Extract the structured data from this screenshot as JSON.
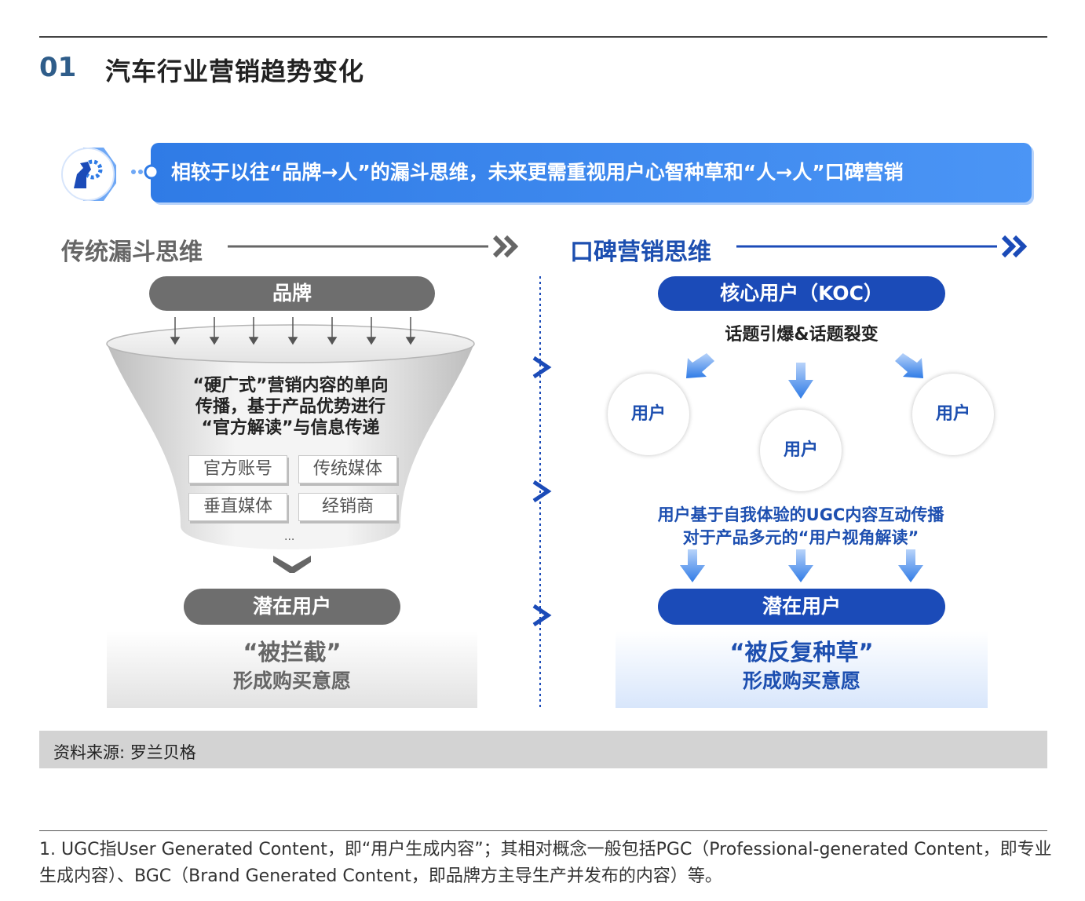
{
  "section": {
    "number": "01",
    "title": "汽车行业营销趋势变化"
  },
  "banner": {
    "text": "相较于以往“品牌→人”的漏斗思维，未来更需重视用户心智种草和“人→人”口碑营销",
    "icon": "horse-gear-icon",
    "color": "#2f7be6"
  },
  "left": {
    "heading": "传统漏斗思维",
    "top_pill": "品牌",
    "funnel_text": [
      "“硬广式”营销内容的单向",
      "传播，基于产品优势进行",
      "“官方解读”与信息传递"
    ],
    "tags": [
      "官方账号",
      "传统媒体",
      "垂直媒体",
      "经销商"
    ],
    "ellipsis": "...",
    "bottom_pill": "潜在用户",
    "result_big": "“被拦截”",
    "result_small": "形成购买意愿"
  },
  "right": {
    "heading": "口碑营销思维",
    "top_pill": "核心用户（KOC）",
    "topic": "话题引爆&话题裂变",
    "users": [
      "用户",
      "用户",
      "用户"
    ],
    "ugc_lines": [
      "用户基于自我体验的UGC内容互动传播",
      "对于产品多元的“用户视角解读”"
    ],
    "bottom_pill": "潜在用户",
    "result_big": "“被反复种草”",
    "result_small": "形成购买意愿"
  },
  "source": "资料来源: 罗兰贝格",
  "footnote": "1. UGC指User Generated Content，即“用户生成内容”；其相对概念一般包括PGC（Professional-generated Content，即专业生成内容）、BGC（Brand Generated Content，即品牌方主导生产并发布的内容）等。",
  "colors": {
    "accent_blue": "#1b4bb8",
    "gray": "#6e6e6e",
    "section_num": "#2f5d8a"
  }
}
